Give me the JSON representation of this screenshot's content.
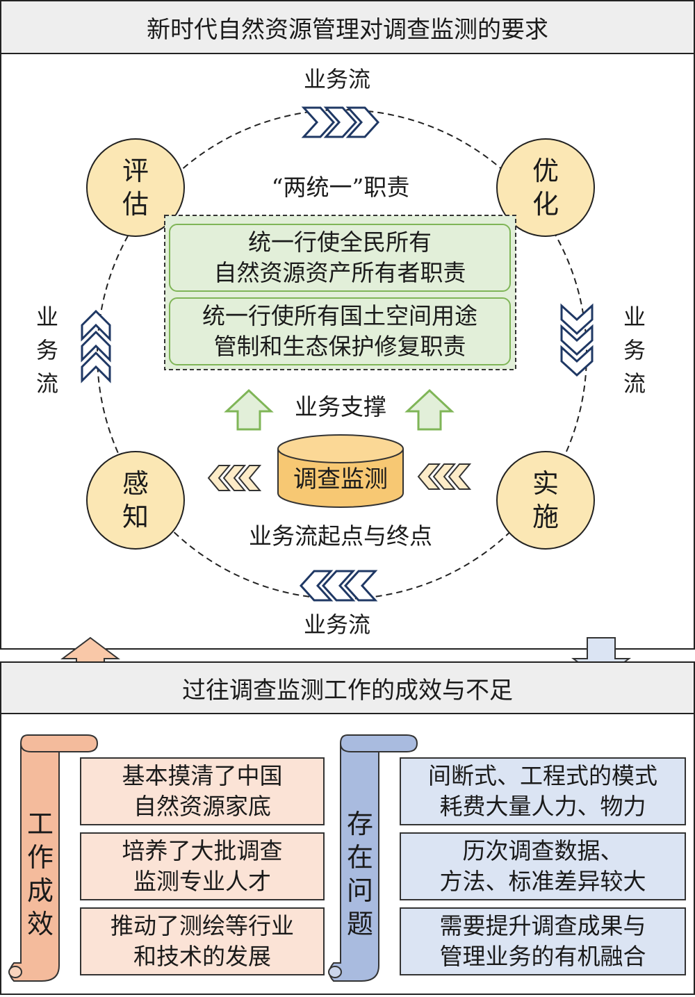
{
  "top": {
    "title": "新时代自然资源管理对调查监测的要求",
    "flow_top": "业务流",
    "flow_bottom": "业务流",
    "flow_left": [
      "业",
      "务",
      "流"
    ],
    "flow_right": [
      "业",
      "务",
      "流"
    ],
    "nodes": {
      "evaluate": [
        "评",
        "估"
      ],
      "optimize": [
        "优",
        "化"
      ],
      "perceive": [
        "感",
        "知"
      ],
      "implement": [
        "实",
        "施"
      ]
    },
    "duties_title": "“两统一”职责",
    "duty1": [
      "统一行使全民所有",
      "自然资源资产所有者职责"
    ],
    "duty2": [
      "统一行使所有国土空间用途",
      "管制和生态保护修复职责"
    ],
    "support_label": "业务支撑",
    "cylinder_label": "调查监测",
    "start_end_label": "业务流起点与终点"
  },
  "bottom": {
    "title": "过往调查监测工作的成效与不足",
    "achievements_title": [
      "工",
      "作",
      "成",
      "效"
    ],
    "achievements": [
      [
        "基本摸清了中国",
        "自然资源家底"
      ],
      [
        "培养了大批调查",
        "监测专业人才"
      ],
      [
        "推动了测绘等行业",
        "和技术的发展"
      ]
    ],
    "problems_title": [
      "存",
      "在",
      "问",
      "题"
    ],
    "problems": [
      [
        "间断式、工程式的模式",
        "耗费大量人力、物力"
      ],
      [
        "历次调查数据、",
        "方法、标准差异较大"
      ],
      [
        "需要提升调查成果与",
        "管理业务的有机融合"
      ]
    ]
  },
  "colors": {
    "node_fill": "#fbe7b4",
    "green_fill": "#e2efd9",
    "green_border": "#7fb557",
    "cylinder_fill": "#f7c873",
    "chevron_blue": "#1f3864",
    "orange_scroll": "#f4bb9c",
    "blue_scroll": "#a9bbdf"
  }
}
